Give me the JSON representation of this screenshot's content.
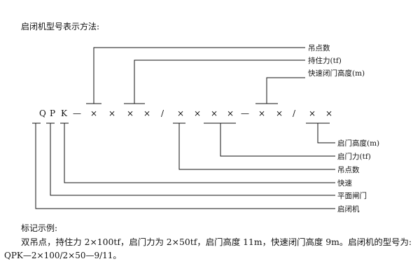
{
  "title": "启闭机型号表示方法:",
  "code_chars": [
    "Q",
    "P",
    "K",
    "—",
    "×",
    "×",
    "×",
    "×",
    "/",
    "×",
    "×",
    "×",
    "×",
    "—",
    "×",
    "×",
    "/",
    "×",
    "×"
  ],
  "top_labels": [
    "吊点数",
    "持住力(tf)",
    "快速闭门高度(m)"
  ],
  "bottom_labels": [
    "启门高度(m)",
    "启门力(tf)",
    "吊点数",
    "快速",
    "平面闸门",
    "启闭机"
  ],
  "example": {
    "heading": "标记示例:",
    "line1": "双吊点，持住力 2×100tf，启门力为 2×50tf，启门高度 11m，快速闭门高度 9m。启闭机的型号为:",
    "line2": "QPK—2×100/2×50—9/11。"
  }
}
